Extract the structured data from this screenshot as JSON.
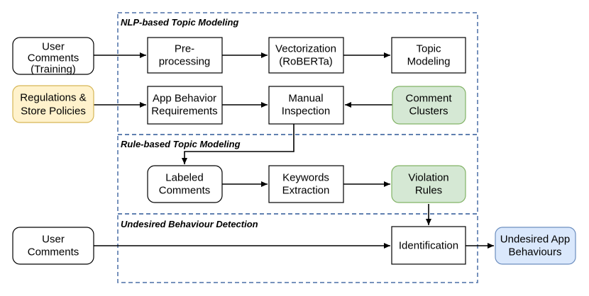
{
  "sections": {
    "nlp": "NLP-based Topic Modeling",
    "rule": "Rule-based Topic Modeling",
    "detect": "Undesired Behaviour Detection"
  },
  "nodes": {
    "user_comments_training": {
      "line1": "User",
      "line2": "Comments",
      "line3": "(Training)"
    },
    "preprocessing": {
      "line1": "Pre-",
      "line2": "processing"
    },
    "vectorization": {
      "line1": "Vectorization",
      "line2": "(RoBERTa)"
    },
    "topic_modeling": {
      "line1": "Topic",
      "line2": "Modeling"
    },
    "regulations": {
      "line1": "Regulations &",
      "line2": "Store Policies"
    },
    "app_behavior": {
      "line1": "App Behavior",
      "line2": "Requirements"
    },
    "manual_inspection": {
      "line1": "Manual",
      "line2": "Inspection"
    },
    "comment_clusters": {
      "line1": "Comment",
      "line2": "Clusters"
    },
    "labeled_comments": {
      "line1": "Labeled",
      "line2": "Comments"
    },
    "keywords_extraction": {
      "line1": "Keywords",
      "line2": "Extraction"
    },
    "violation_rules": {
      "line1": "Violation",
      "line2": "Rules"
    },
    "user_comments": {
      "line1": "User",
      "line2": "Comments"
    },
    "identification": {
      "line1": "Identification"
    },
    "undesired_behaviours": {
      "line1": "Undesired App",
      "line2": "Behaviours"
    }
  },
  "colors": {
    "section_border": "#4a6fa5",
    "yellow_fill": "#fff2cc",
    "yellow_stroke": "#d6b656",
    "green_fill": "#d5e8d4",
    "green_stroke": "#82b366",
    "blue_fill": "#dae8fc",
    "blue_stroke": "#6c8ebf"
  }
}
